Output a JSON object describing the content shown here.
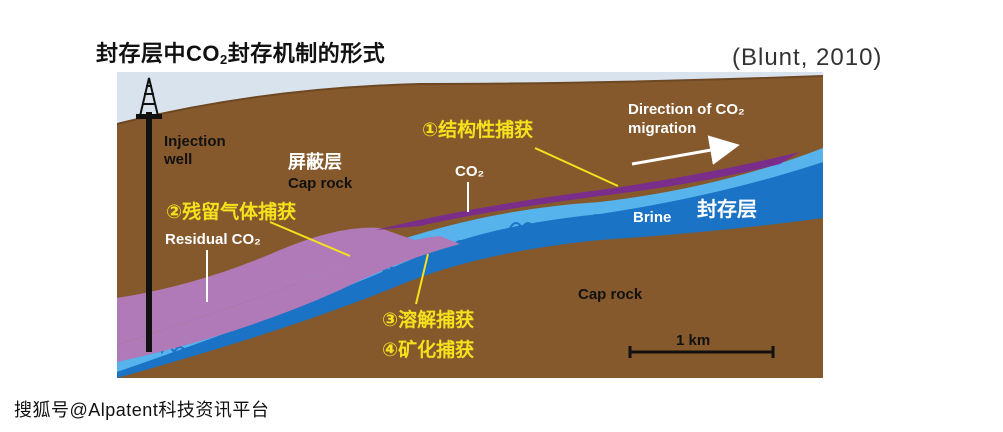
{
  "title": {
    "prefix": "封存层中CO",
    "subscript": "2",
    "suffix": "封存机制的形式"
  },
  "citation": "(Blunt, 2010)",
  "labels": {
    "injection_well_line1": "Injection",
    "injection_well_line2": "well",
    "cap_rock_cn": "屏蔽层",
    "cap_rock_top": "Cap rock",
    "co2": "CO₂",
    "residual_co2": "Residual CO₂",
    "brine": "Brine",
    "storage_layer_cn": "封存层",
    "cap_rock_bottom": "Cap rock",
    "direction_line1": "Direction of CO₂",
    "direction_line2": "migration",
    "scale": "1 km"
  },
  "mechanisms": {
    "structural": "①结构性捕获",
    "residual": "②残留气体捕获",
    "dissolution": "③溶解捕获",
    "mineral": "④矿化捕获"
  },
  "footer": "搜狐号@Alpatent科技资讯平台",
  "colors": {
    "rock": "#86592d",
    "sky": "#d9e3ee",
    "brine_blue": "#1a73c4",
    "light_blue": "#56b3ec",
    "co2_purple": "#7a2d8a",
    "residual_pink": "#b07ab8",
    "annotation_yellow": "#f5e11c"
  }
}
